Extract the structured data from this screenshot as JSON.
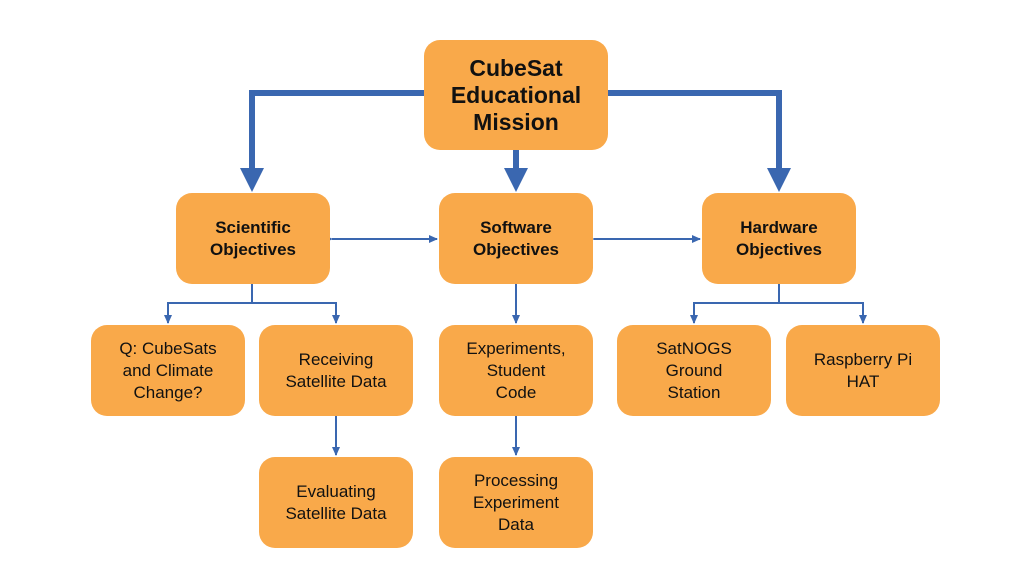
{
  "diagram": {
    "root": "CubeSat\nEducational\nMission",
    "objectives": {
      "scientific": "Scientific\nObjectives",
      "software": "Software\nObjectives",
      "hardware": "Hardware\nObjectives"
    },
    "tasks": {
      "q_climate": "Q: CubeSats\nand Climate\nChange?",
      "receiving": "Receiving\nSatellite Data",
      "evaluating": "Evaluating\nSatellite Data",
      "experiments": "Experiments,\nStudent\nCode",
      "processing": "Processing\nExperiment\nData",
      "satnogs": "SatNOGS\nGround\nStation",
      "raspberry": "Raspberry Pi\nHAT"
    },
    "colors": {
      "box_fill": "#f9a94a",
      "connector": "#3a67b0"
    }
  }
}
